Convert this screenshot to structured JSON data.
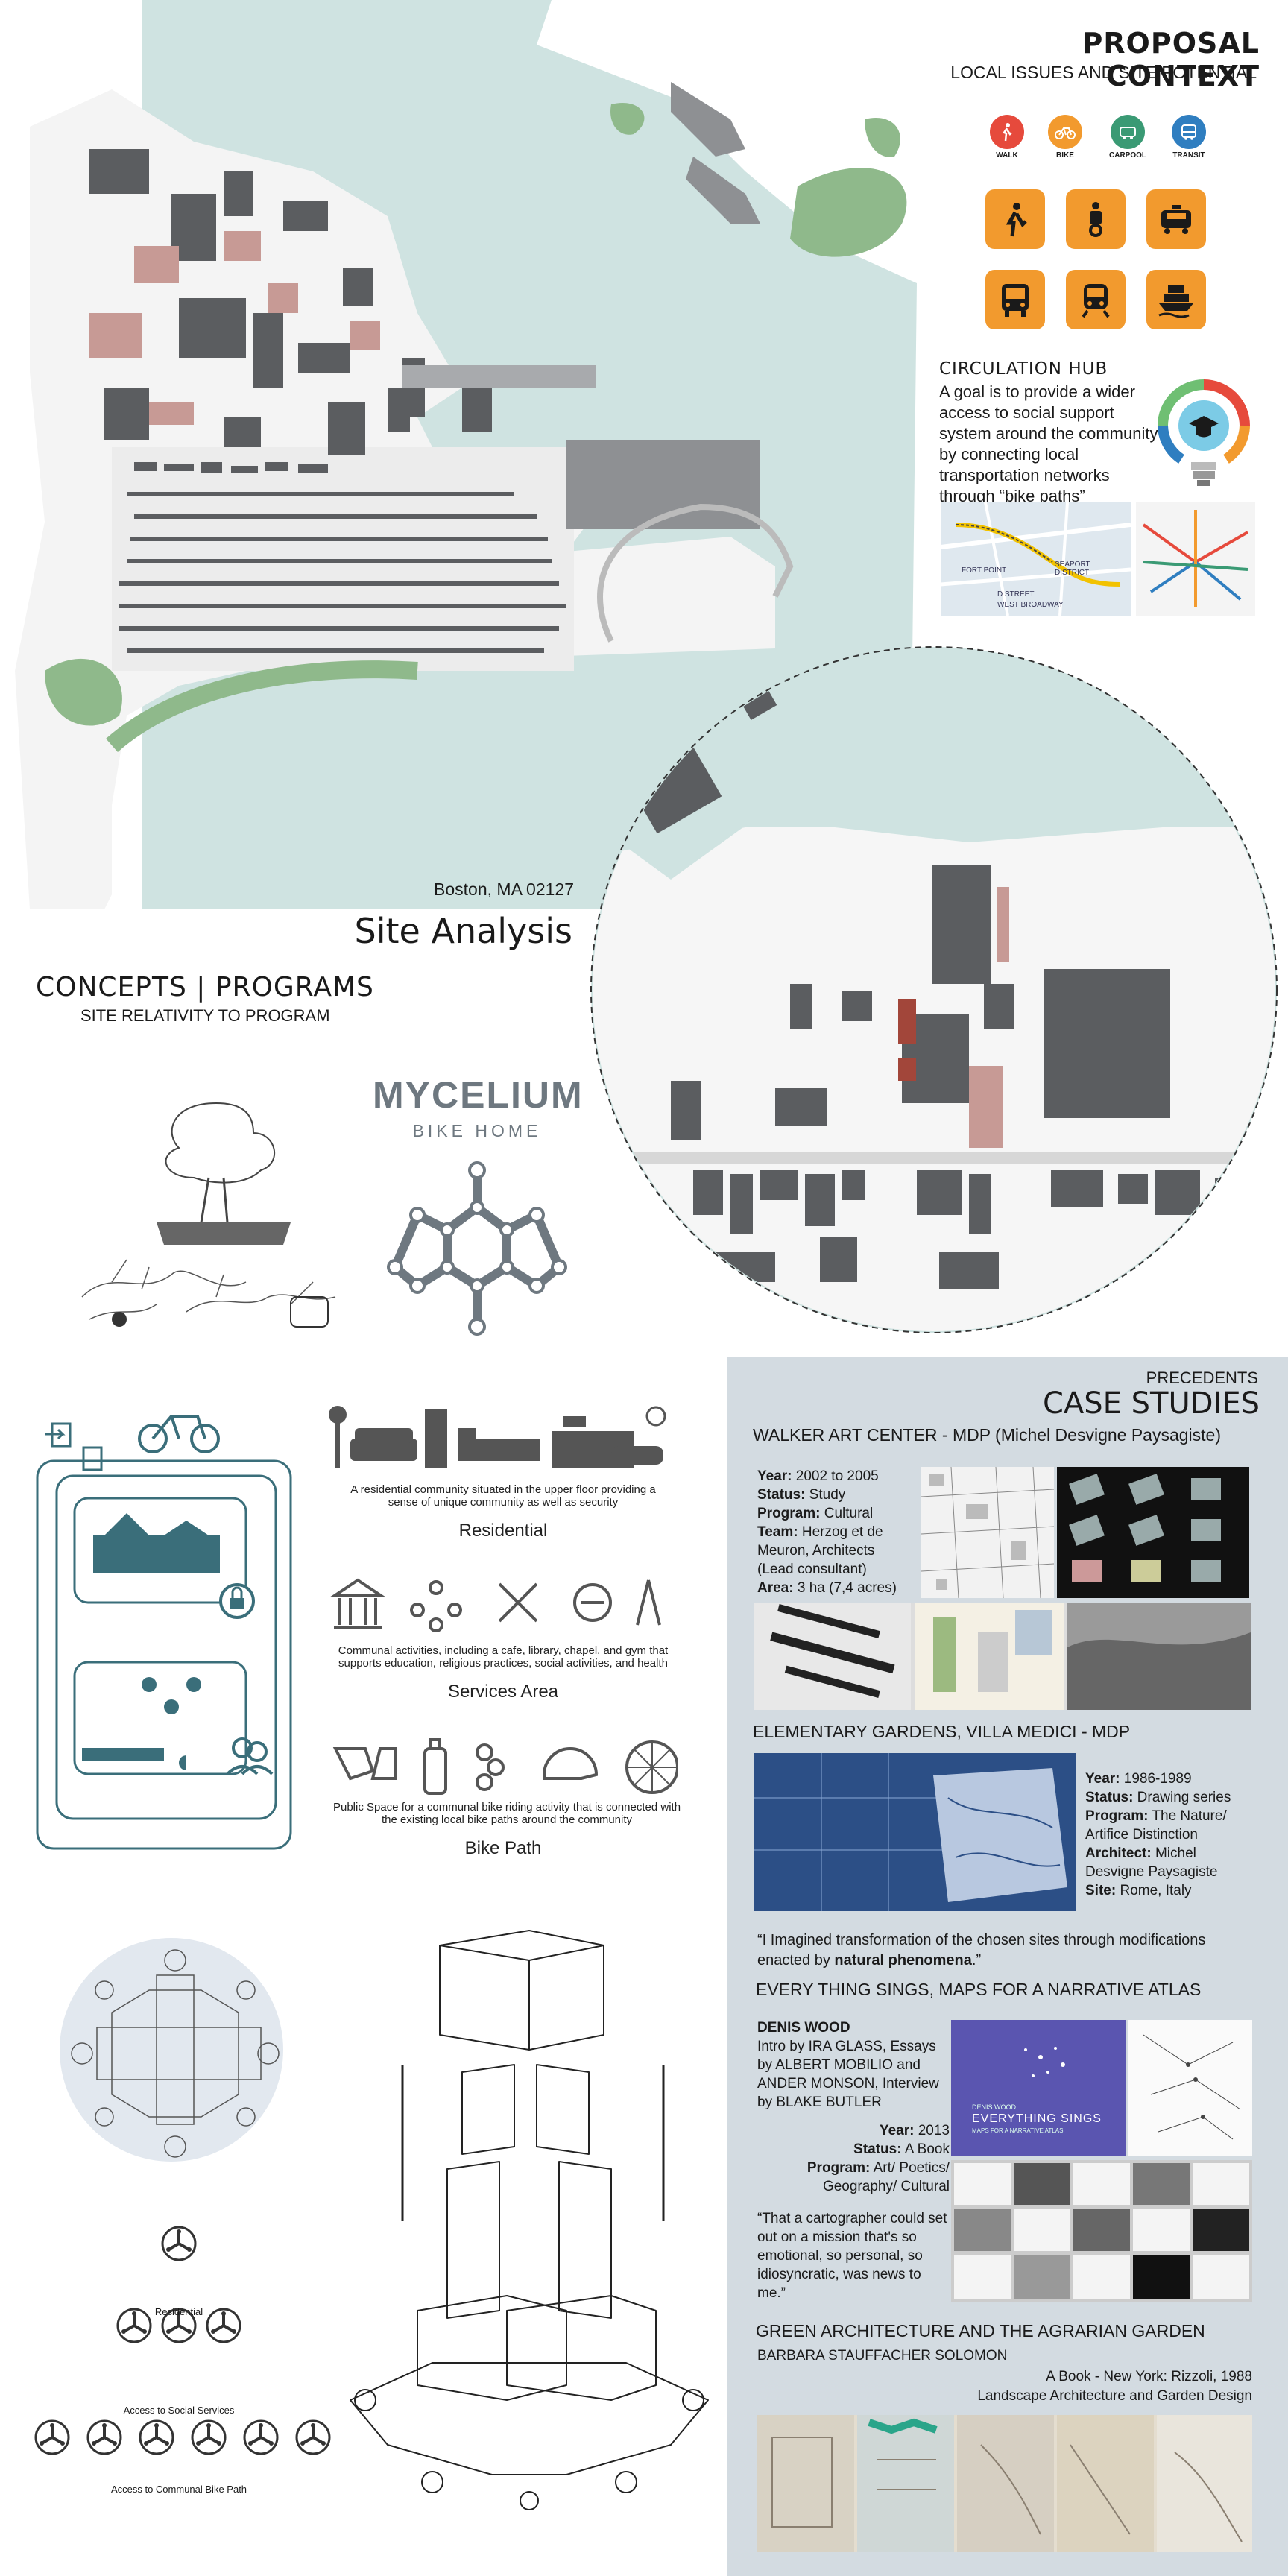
{
  "proposal": {
    "title": "PROPOSAL CONTEXT",
    "subtitle": "LOCAL ISSUES AND SITE POTENTIAL",
    "modes": [
      "WALK",
      "BIKE",
      "CARPOOL",
      "TRANSIT"
    ],
    "hub_title": "CIRCULATION HUB",
    "hub_text": "A goal is to provide a wider access to social support system around the community by connecting local transportation networks through “bike paths”",
    "map_labels": [
      "FORT POINT",
      "SEAPORT DISTRICT",
      "D STREET",
      "WEST BROADWAY"
    ]
  },
  "site": {
    "location": "Boston, MA 02127",
    "title": "Site Analysis"
  },
  "concepts": {
    "title": "CONCEPTS | PROGRAMS",
    "subtitle": "SITE RELATIVITY TO PROGRAM",
    "logo_main": "MYCELIUM",
    "logo_sub": "BIKE HOME"
  },
  "programs": [
    {
      "desc": "A residential community situated in the upper floor providing a sense of unique community as well as security",
      "title": "Residential"
    },
    {
      "desc": "Communal activities, including a cafe, library, chapel, and gym that supports education, religious practices, social activities, and health",
      "title": "Services Area"
    },
    {
      "desc": "Public Space for a communal bike riding activity that is connected with the existing local bike paths around the community",
      "title": "Bike Path"
    }
  ],
  "diagrams": {
    "labels": [
      "Residential",
      "Access to Social Services",
      "Access to Communal Bike Path"
    ]
  },
  "precedents": {
    "kicker": "PRECEDENTS",
    "title": "CASE STUDIES",
    "case1": {
      "title": "WALKER ART CENTER - MDP (Michel Desvigne Paysagiste)",
      "year_k": "Year:",
      "year_v": " 2002 to 2005",
      "status_k": "Status:",
      "status_v": " Study",
      "program_k": "Program:",
      "program_v": " Cultural",
      "team_k": "Team:",
      "team_v": " Herzog et de Meuron, Architects (Lead consultant)",
      "area_k": "Area:",
      "area_v": " 3 ha (7,4 acres)"
    },
    "case2": {
      "title": "ELEMENTARY GARDENS, VILLA MEDICI - MDP",
      "year_k": "Year:",
      "year_v": " 1986-1989",
      "status_k": "Status:",
      "status_v": " Drawing series",
      "program_k": "Program:",
      "program_v": " The Nature/ Artifice Distinction",
      "arch_k": "Architect:",
      "arch_v": " Michel Desvigne Paysagiste",
      "site_k": "Site:",
      "site_v": " Rome, Italy",
      "quote_a": "“I Imagined transformation of the chosen sites through modifications enacted by ",
      "quote_b": "natural phenomena",
      "quote_c": ".”"
    },
    "case3": {
      "title": "EVERY THING SINGS, MAPS FOR A NARRATIVE ATLAS",
      "author": "DENIS WOOD",
      "credits": "Intro by IRA GLASS, Essays by ALBERT MOBILIO and ANDER MONSON, Interview by BLAKE BUTLER",
      "year_k": "Year:",
      "year_v": " 2013",
      "status_k": "Status:",
      "status_v": " A Book",
      "program_k": "Program:",
      "program_v": " Art/ Poetics/ Geography/ Cultural",
      "quote": "“That a cartographer could set out on a mission that's so emotional, so personal, so idiosyncratic, was news to me.”",
      "cover_small": "DENIS WOOD",
      "cover_title": "EVERYTHING SINGS",
      "cover_sub": "MAPS FOR A NARRATIVE ATLAS"
    },
    "case4": {
      "title": "GREEN ARCHITECTURE AND THE AGRARIAN GARDEN",
      "author": "BARBARA STAUFFACHER SOLOMON",
      "pub1": "A Book - New York: Rizzoli, 1988",
      "pub2": "Landscape Architecture and Garden Design"
    }
  },
  "colors": {
    "water": "#cfe3e1",
    "park": "#8fb98b",
    "building": "#5b5d60",
    "accent_orange": "#f29a2e",
    "teal": "#3a6e7a",
    "panel": "#d3dbe1"
  }
}
